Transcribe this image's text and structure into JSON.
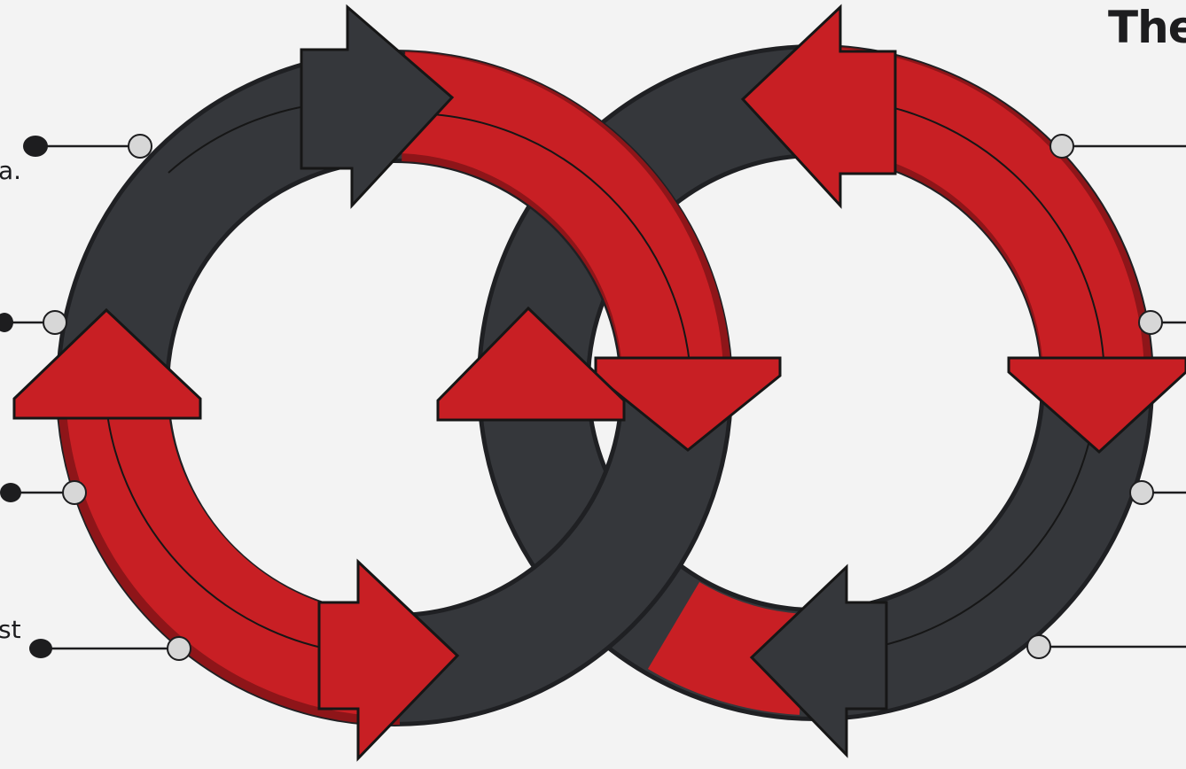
{
  "heading": "The",
  "left_callouts": [
    {
      "text": "a."
    },
    {
      "text": ""
    },
    {
      "text": ""
    },
    {
      "text": "st"
    }
  ],
  "right_callouts": [
    {
      "text": ""
    },
    {
      "text": ""
    },
    {
      "text": ""
    },
    {
      "text": ""
    }
  ],
  "colors": {
    "background": "#f3f3f3",
    "red": "#c81f24",
    "red_dark": "#8e1519",
    "charcoal": "#35373b",
    "charcoal_dark": "#1f2023",
    "outline": "#161616",
    "callout_node": "#d7d7d7"
  },
  "icons": [
    "arrow-cycle-left",
    "arrow-cycle-right"
  ]
}
